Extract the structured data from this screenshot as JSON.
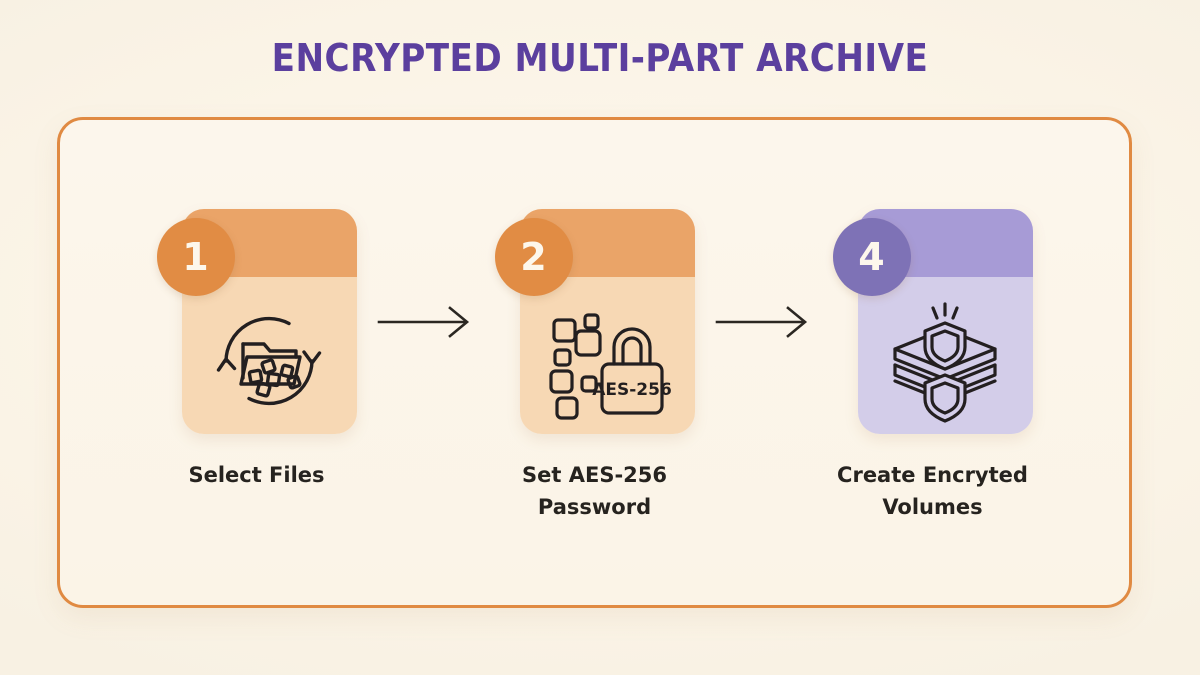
{
  "page": {
    "title": "ENCRYPTED MULTI-PART ARCHIVE",
    "background_color": "#fbf5e9",
    "title_color": "#5b3f9e",
    "panel_border_color": "#e08a42"
  },
  "colors": {
    "orange_badge": "#e18c44",
    "orange_band": "#eaa468",
    "orange_body": "#f7d8b4",
    "purple_badge": "#7e72b6",
    "purple_band": "#a79bd6",
    "purple_body": "#d3cde9",
    "icon_stroke": "#231f20",
    "arrow": "#2b2722"
  },
  "steps": [
    {
      "number": "1",
      "caption": "Select Files",
      "icon": "folder-refresh-icon",
      "theme": "orange"
    },
    {
      "number": "2",
      "caption": "Set AES-256\nPassword",
      "icon": "padlock-aes-icon",
      "lock_label": "AES-256",
      "theme": "orange"
    },
    {
      "number": "4",
      "caption": "Create Encryted\nVolumes",
      "icon": "shielded-layers-icon",
      "theme": "purple"
    }
  ],
  "connectors": [
    {
      "name": "arrow-step1-to-step2",
      "glyph": "right-arrow-icon"
    },
    {
      "name": "arrow-step2-to-step3",
      "glyph": "right-arrow-icon"
    }
  ]
}
